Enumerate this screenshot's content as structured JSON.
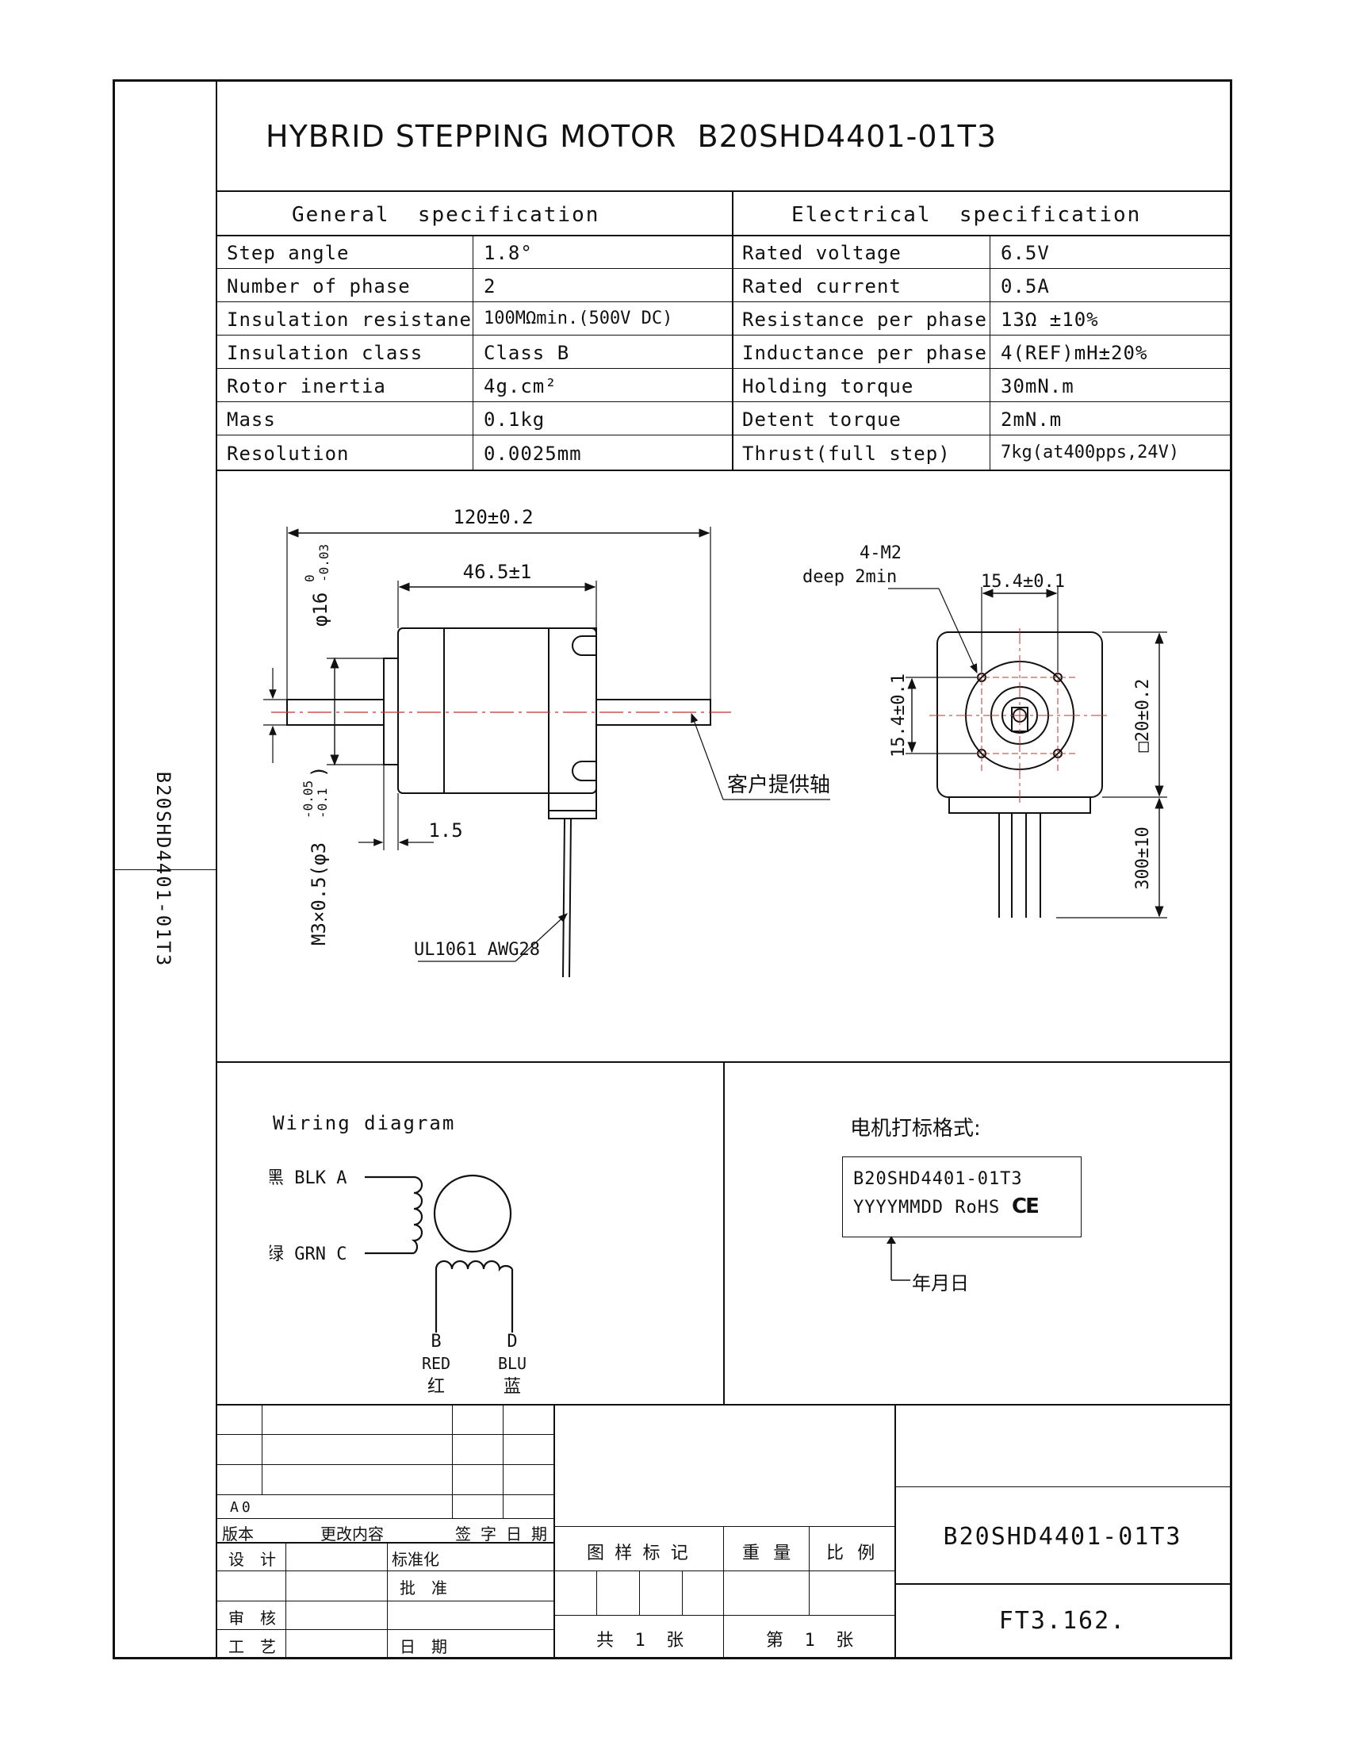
{
  "title": "HYBRID STEPPING MOTOR  B20SHD4401-01T3",
  "side_label": "B20SHD4401-01T3",
  "general": {
    "heading": "General  specification",
    "rows": [
      {
        "label": "Step angle",
        "value": "1.8°"
      },
      {
        "label": "Number of phase",
        "value": "2"
      },
      {
        "label": "Insulation resistane",
        "value": "100MΩmin.(500V DC)"
      },
      {
        "label": "Insulation class",
        "value": "Class B"
      },
      {
        "label": "Rotor inertia",
        "value": "4g.cm²"
      },
      {
        "label": "Mass",
        "value": "0.1kg"
      },
      {
        "label": "Resolution",
        "value": "0.0025mm"
      }
    ]
  },
  "electrical": {
    "heading": "Electrical  specification",
    "rows": [
      {
        "label": "Rated voltage",
        "value": "6.5V"
      },
      {
        "label": "Rated current",
        "value": "0.5A"
      },
      {
        "label": "Resistance per phase",
        "value": "13Ω ±10%"
      },
      {
        "label": "Inductance per phase",
        "value": "4(REF)mH±20%"
      },
      {
        "label": "Holding torque",
        "value": "30mN.m"
      },
      {
        "label": "Detent torque",
        "value": "2mN.m"
      },
      {
        "label": "Thrust(full step)",
        "value": "7kg(at400pps,24V)"
      }
    ]
  },
  "drawing": {
    "dim_length": "120±0.2",
    "dim_body": "46.5±1",
    "dim_dia_main": "φ16",
    "dim_dia_sup": "0",
    "dim_dia_sub": "-0.03",
    "dim_thread": "M3×0.5(φ3",
    "dim_thread_sup": "-0.05",
    "dim_thread_sub": "-0.1",
    "dim_thread_close": ")",
    "dim_flange": "1.5",
    "screw_label_1": "4-M2",
    "screw_label_2": "deep 2min",
    "dim_hole_h": "15.4±0.1",
    "dim_hole_v": "15.4±0.1",
    "dim_square": "□20±0.2",
    "dim_lead": "300±10",
    "shaft_note": "客户提供轴",
    "wire_note": "UL1061 AWG28"
  },
  "wiring": {
    "heading": "Wiring diagram",
    "a_label": "黑 BLK A",
    "c_label": "绿 GRN C",
    "b_letter": "B",
    "b_color": "RED",
    "b_cn": "红",
    "d_letter": "D",
    "d_color": "BLU",
    "d_cn": "蓝"
  },
  "marking": {
    "heading": "电机打标格式:",
    "line1": "B20SHD4401-01T3",
    "line2": "YYYYMMDD RoHS",
    "ce": "CE",
    "date_note": "年月日"
  },
  "title_block": {
    "rev_a0": "A0",
    "version": "版本",
    "change": "更改内容",
    "sign": "签 字",
    "date": "日 期",
    "design": "设 计",
    "standard": "标准化",
    "approve": "批 准",
    "review": "审 核",
    "process": "工 艺",
    "date2": "日 期",
    "drawing_mark": "图 样 标 记",
    "weight": "重 量",
    "scale": "比 例",
    "total": "共  1  张",
    "sheet": "第  1  张",
    "part_no": "B20SHD4401-01T3",
    "doc_no": "FT3.162."
  }
}
